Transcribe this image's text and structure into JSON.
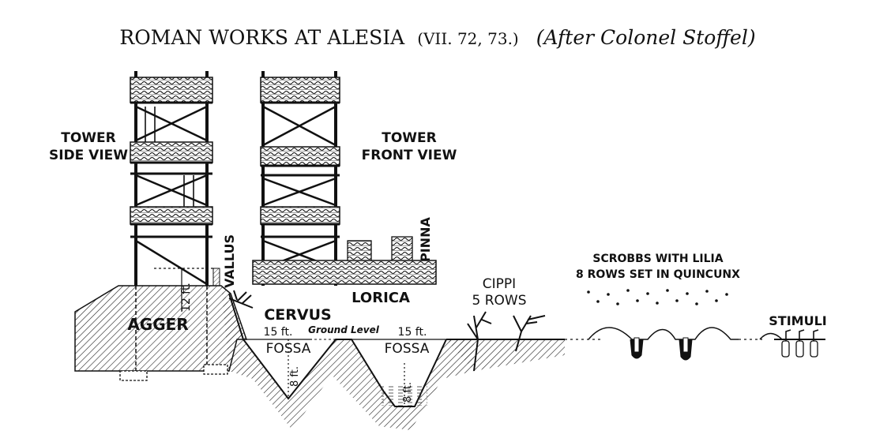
{
  "title": {
    "main": "ROMAN WORKS AT ALESIA",
    "ref": "(VII. 72, 73.)",
    "credit": "(After Colonel Stoffel)"
  },
  "labels": {
    "tower_side_1": "TOWER",
    "tower_side_2": "SIDE VIEW",
    "tower_front_1": "TOWER",
    "tower_front_2": "FRONT VIEW",
    "vallus": "VALLUS",
    "pinna": "PINNA",
    "lorica": "LORICA",
    "agger": "AGGER",
    "cervus": "CERVUS",
    "twelve_ft": "12 ft.",
    "fifteen_ft_1": "15 ft.",
    "fifteen_ft_2": "15 ft.",
    "ground_level": "Ground Level",
    "fossa_1": "FOSSA",
    "fossa_2": "FOSSA",
    "eight_ft_1": "8 ft.",
    "eight_ft_2": "8 ft.",
    "cippi_1": "CIPPI",
    "cippi_2": "5 ROWS",
    "scrobes_1": "SCROBBS WITH LILIA",
    "scrobes_2": "8 ROWS SET IN QUINCUNX",
    "stimuli": "STIMULI"
  }
}
